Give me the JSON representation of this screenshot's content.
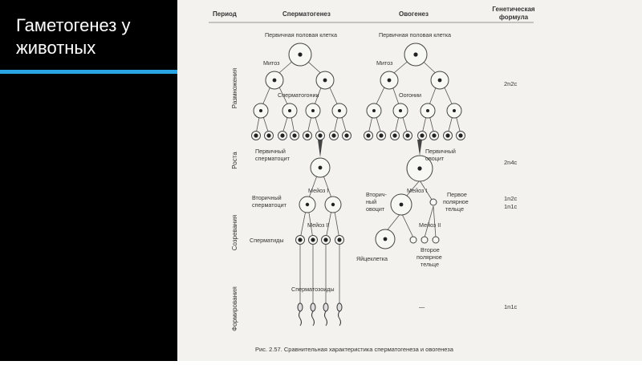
{
  "slide": {
    "title": "Гаметогенез у животных",
    "accent_color": "#2aa4e3"
  },
  "figure": {
    "headers": {
      "period": "Период",
      "spermatogenesis": "Сперматогенез",
      "oogenesis": "Овогенез",
      "formula_line1": "Генетическая",
      "formula_line2": "формула"
    },
    "periods": [
      "Размножения",
      "Роста",
      "Созревания",
      "Формирования"
    ],
    "labels": {
      "primary_cell_sperm": "Первичная половая клетка",
      "primary_cell_oo": "Первичная половая клетка",
      "mitosis_sperm": "Митоз",
      "mitosis_oo": "Митоз",
      "spermatogonia": "Сперматогонии",
      "oogonia": "Оогонии",
      "primary_spermatocyte_1": "Первичный",
      "primary_spermatocyte_2": "сперматоцит",
      "primary_oocyte_1": "Первичный",
      "primary_oocyte_2": "овоцит",
      "meiosis1_sperm": "Мейоз I",
      "meiosis1_oo": "Мейоз I",
      "secondary_spermatocyte_1": "Вторичный",
      "secondary_spermatocyte_2": "сперматоцит",
      "secondary_oocyte_1": "Вторич-",
      "secondary_oocyte_2": "ный",
      "secondary_oocyte_3": "овоцит",
      "first_polar_1": "Первое",
      "first_polar_2": "полярное",
      "first_polar_3": "тельце",
      "meiosis2_sperm": "Мейоз II",
      "meiosis2_oo": "Мейоз II",
      "spermatids": "Сперматиды",
      "egg": "Яйцеклетка",
      "second_polar_1": "Второе",
      "second_polar_2": "полярное",
      "second_polar_3": "тельце",
      "spermatozoa": "Сперматозоиды",
      "dash": "—"
    },
    "formulas": {
      "reproduction": "2n2c",
      "growth": "2n4c",
      "maturation_1": "1n2c",
      "maturation_2": "1n1c",
      "formation": "1n1c"
    },
    "caption": "Рис. 2.57. Сравнительная характеристика сперматогенеза и овогенеза"
  }
}
